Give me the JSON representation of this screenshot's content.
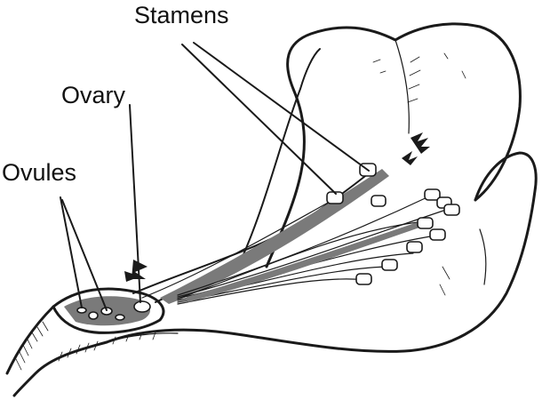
{
  "labels": {
    "stamens": "Stamens",
    "ovary": "Ovary",
    "ovules": "Ovules"
  },
  "colors": {
    "ink": "#1a1a1a",
    "background": "#ffffff"
  }
}
